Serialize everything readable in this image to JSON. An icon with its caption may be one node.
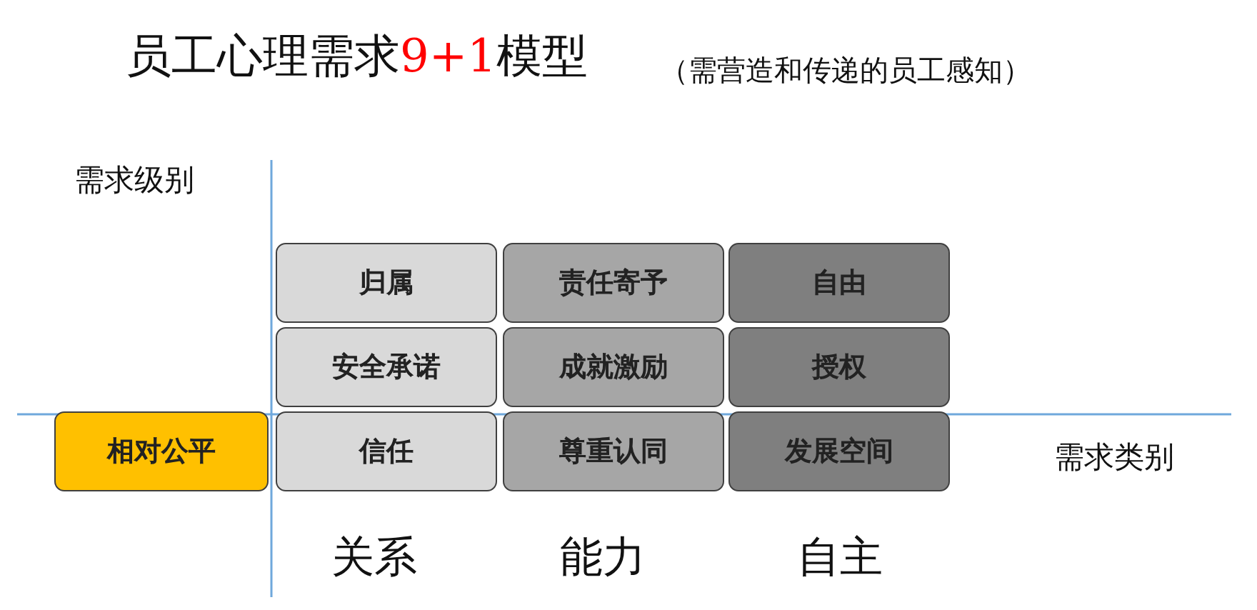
{
  "diagram": {
    "title": "员工心理需求9+1模型",
    "nodes": [
      {
        "text": [
          "归属"
        ]
      },
      {
        "text": [
          "责任寄予"
        ]
      },
      {
        "text": [
          "自由"
        ]
      },
      {
        "text": [
          "安全承诺"
        ]
      },
      {
        "text": [
          "成就激励"
        ]
      },
      {
        "text": [
          "授权"
        ]
      },
      {
        "text": [
          "相对公平"
        ]
      },
      {
        "text": [
          "信任"
        ]
      },
      {
        "text": [
          "尊重认同"
        ]
      },
      {
        "text": [
          "发展空间"
        ]
      }
    ],
    "edges": [],
    "labels": [
      "（需营造和传递的员工感知）",
      "需求级别",
      "需求类别",
      "关系",
      "能力",
      "自主"
    ]
  }
}
